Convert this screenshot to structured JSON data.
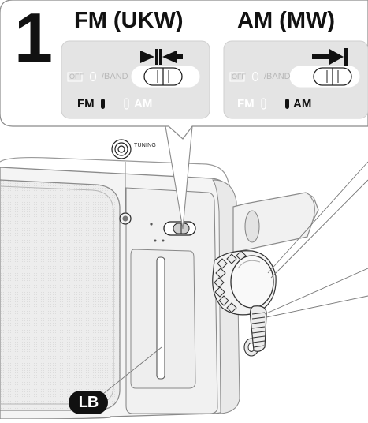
{
  "step": {
    "number": "1"
  },
  "panels": {
    "fm": {
      "title": "FM (UKW)",
      "off_label": "OFF",
      "band_label": "/BAND",
      "mode_fm": "FM",
      "mode_am": "AM",
      "selected": "FM"
    },
    "am": {
      "title": "AM (MW)",
      "off_label": "OFF",
      "band_label": "/BAND",
      "mode_fm": "FM",
      "mode_am": "AM",
      "selected": "AM"
    }
  },
  "radio": {
    "tuning_label": "TUNING",
    "callout_badge": "LB"
  },
  "colors": {
    "panel_fill": "#e4e4e4",
    "panel_stroke": "#8a8a8a",
    "ink": "#111111",
    "muted_label": "#b8b8b8"
  }
}
